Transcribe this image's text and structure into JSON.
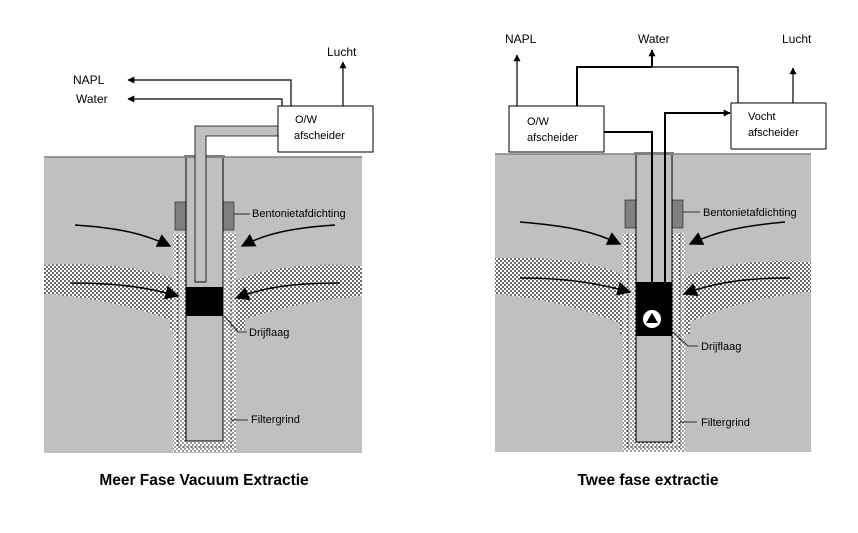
{
  "left": {
    "outputs": {
      "napl": "NAPL",
      "water": "Water",
      "lucht": "Lucht"
    },
    "separator": {
      "line1": "O/W",
      "line2": "afscheider"
    },
    "labels": {
      "seal": "Bentonietafdichting",
      "layer": "Drijflaag",
      "gravel": "Filtergrind"
    },
    "caption": "Meer Fase Vacuum Extractie"
  },
  "right": {
    "outputs": {
      "napl": "NAPL",
      "water": "Water",
      "lucht": "Lucht"
    },
    "separator_ow": {
      "line1": "O/W",
      "line2": "afscheider"
    },
    "separator_vocht": {
      "line1": "Vocht",
      "line2": "afscheider"
    },
    "labels": {
      "seal": "Bentonietafdichting",
      "layer": "Drijflaag",
      "gravel": "Filtergrind"
    },
    "caption": "Twee fase extractie"
  },
  "colors": {
    "soil": "#c0c0c0",
    "contaminant": "#6f6f6f",
    "seal": "#808080",
    "pipe": "#c0c0c0"
  }
}
